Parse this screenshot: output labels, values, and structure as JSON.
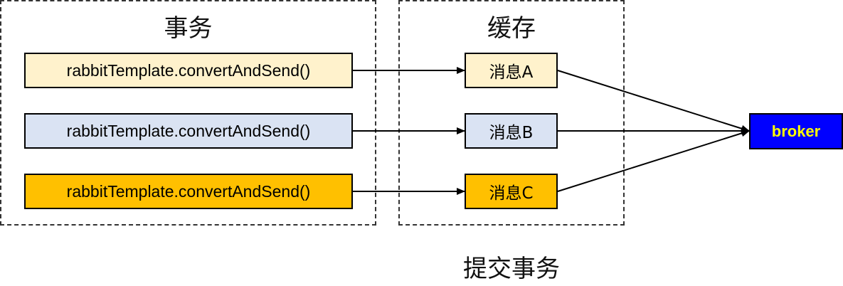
{
  "transaction_group": {
    "title": "事务",
    "calls": [
      {
        "label": "rabbitTemplate.convertAndSend()",
        "fill": "#FFF2CC"
      },
      {
        "label": "rabbitTemplate.convertAndSend()",
        "fill": "#DAE3F3"
      },
      {
        "label": "rabbitTemplate.convertAndSend()",
        "fill": "#FFC000"
      }
    ]
  },
  "cache_group": {
    "title": "缓存",
    "messages": [
      {
        "label": "消息A",
        "fill": "#FFF2CC"
      },
      {
        "label": "消息B",
        "fill": "#DAE3F3"
      },
      {
        "label": "消息C",
        "fill": "#FFC000"
      }
    ]
  },
  "broker": {
    "label": "broker",
    "fill": "#0000FF",
    "text_color": "#FFFF00"
  },
  "commit_label": "提交事务"
}
